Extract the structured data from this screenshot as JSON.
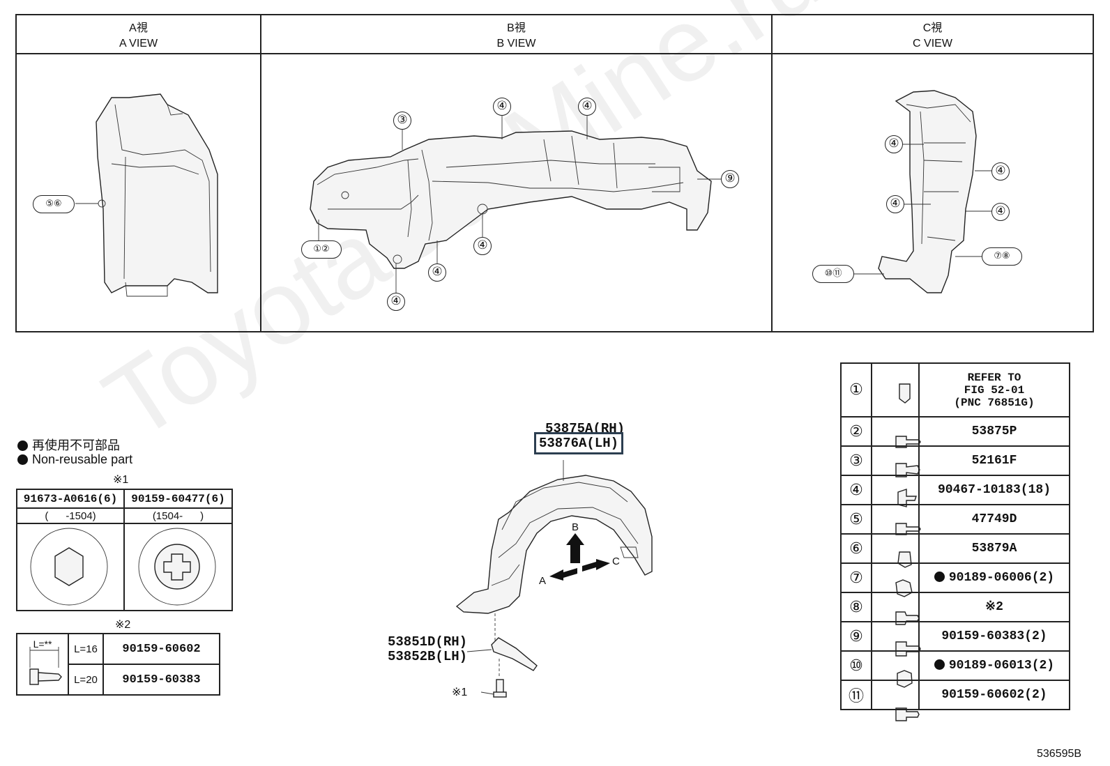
{
  "views": [
    {
      "title_jp": "A視",
      "title_en": "A VIEW"
    },
    {
      "title_jp": "B視",
      "title_en": "B VIEW"
    },
    {
      "title_jp": "C視",
      "title_en": "C VIEW"
    }
  ],
  "callouts": {
    "a_view": [
      "⑤⑥"
    ],
    "b_view": [
      "③",
      "④",
      "④",
      "⑨",
      "①②",
      "④",
      "④",
      "④"
    ],
    "c_view": [
      "④",
      "④",
      "④",
      "④",
      "⑦⑧",
      "⑩⑪"
    ]
  },
  "main_parts": {
    "rh_label": "53875A(RH)",
    "lh_label": "53876A(LH)",
    "bracket_rh": "53851D(RH)",
    "bracket_lh": "53852B(LH)",
    "bolt_note": "※1",
    "arrow_a": "A",
    "arrow_b": "B",
    "arrow_c": "C"
  },
  "legend": {
    "jp": "再使用不可部品",
    "en": "Non-reusable part"
  },
  "note1": {
    "mark": "※1",
    "columns": [
      {
        "part": "91673-A0616(6)",
        "range": "(      -1504)"
      },
      {
        "part": "90159-60477(6)",
        "range": "(1504-      )"
      }
    ]
  },
  "note2": {
    "mark": "※2",
    "length_label": "L=**",
    "rows": [
      {
        "length": "L=16",
        "part": "90159-60602"
      },
      {
        "length": "L=20",
        "part": "90159-60383"
      }
    ]
  },
  "parts_table": [
    {
      "num": "①",
      "part": "REFER TO\nFIG 52-01\n(PNC 76851G)",
      "nonreusable": false
    },
    {
      "num": "②",
      "part": "53875P",
      "nonreusable": false
    },
    {
      "num": "③",
      "part": "52161F",
      "nonreusable": false
    },
    {
      "num": "④",
      "part": "90467-10183(18)",
      "nonreusable": false
    },
    {
      "num": "⑤",
      "part": "47749D",
      "nonreusable": false
    },
    {
      "num": "⑥",
      "part": "53879A",
      "nonreusable": false
    },
    {
      "num": "⑦",
      "part": "90189-06006(2)",
      "nonreusable": true
    },
    {
      "num": "⑧",
      "part": "※2",
      "nonreusable": false
    },
    {
      "num": "⑨",
      "part": "90159-60383(2)",
      "nonreusable": false
    },
    {
      "num": "⑩",
      "part": "90189-06013(2)",
      "nonreusable": true
    },
    {
      "num": "⑪",
      "part": "90159-60602(2)",
      "nonreusable": false
    }
  ],
  "watermark": "ToyotaCarMine.ru",
  "figure_code": "536595B"
}
